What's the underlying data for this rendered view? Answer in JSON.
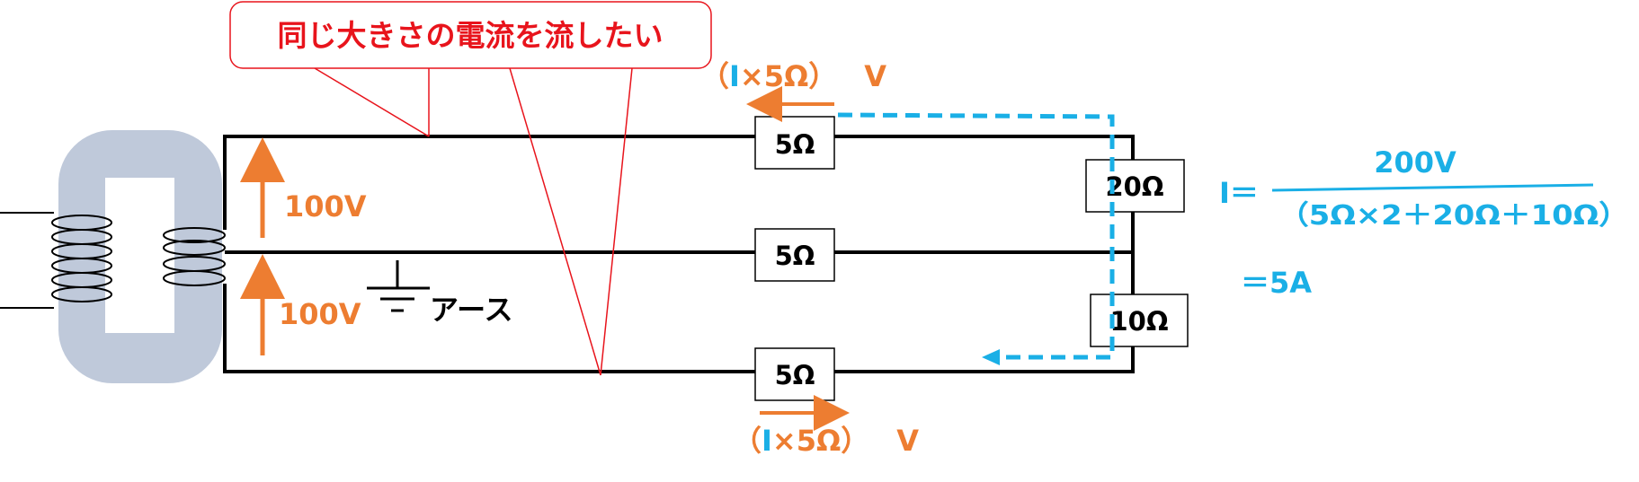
{
  "callout": {
    "text": "同じ大きさの電流を流したい"
  },
  "voltages": {
    "upper": "100V",
    "lower": "100V"
  },
  "ground": {
    "label": "アース"
  },
  "resistors": {
    "top": "5Ω",
    "middle": "5Ω",
    "bottom": "5Ω",
    "right_upper": "20Ω",
    "right_lower": "10Ω"
  },
  "drop_labels": {
    "top": {
      "open": "（",
      "current": "I",
      "rest": "×5Ω）",
      "unit": "V"
    },
    "bottom": {
      "open": "（",
      "current": "I",
      "rest": "×5Ω）",
      "unit": "V"
    }
  },
  "formula": {
    "lhs": "I＝",
    "numerator": "200V",
    "denominator": "（5Ω×2＋20Ω＋10Ω）",
    "result": "＝5A"
  },
  "colors": {
    "voltage": "#ED7D31",
    "current": "#1AAFE6",
    "callout": "#E8141C",
    "core": "#BFC9DA",
    "wire": "#000000"
  }
}
